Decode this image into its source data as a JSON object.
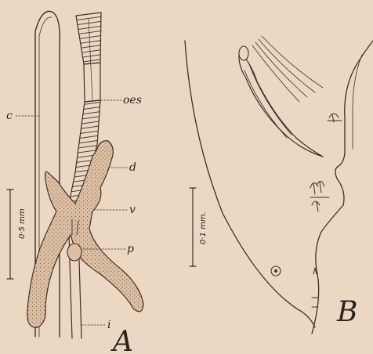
{
  "figure": {
    "panels": [
      {
        "id": "A",
        "letter": "A",
        "scale_label": "0·5 mm",
        "labels": {
          "c": "c",
          "oes": "oes",
          "d": "d",
          "v": "v",
          "p": "p",
          "i": "i"
        }
      },
      {
        "id": "B",
        "letter": "B",
        "scale_label": "0·1 mm."
      }
    ]
  },
  "colors": {
    "paper": "#ecd7c2",
    "ink": "#3a2f28",
    "stipple": "#d9b79a"
  }
}
